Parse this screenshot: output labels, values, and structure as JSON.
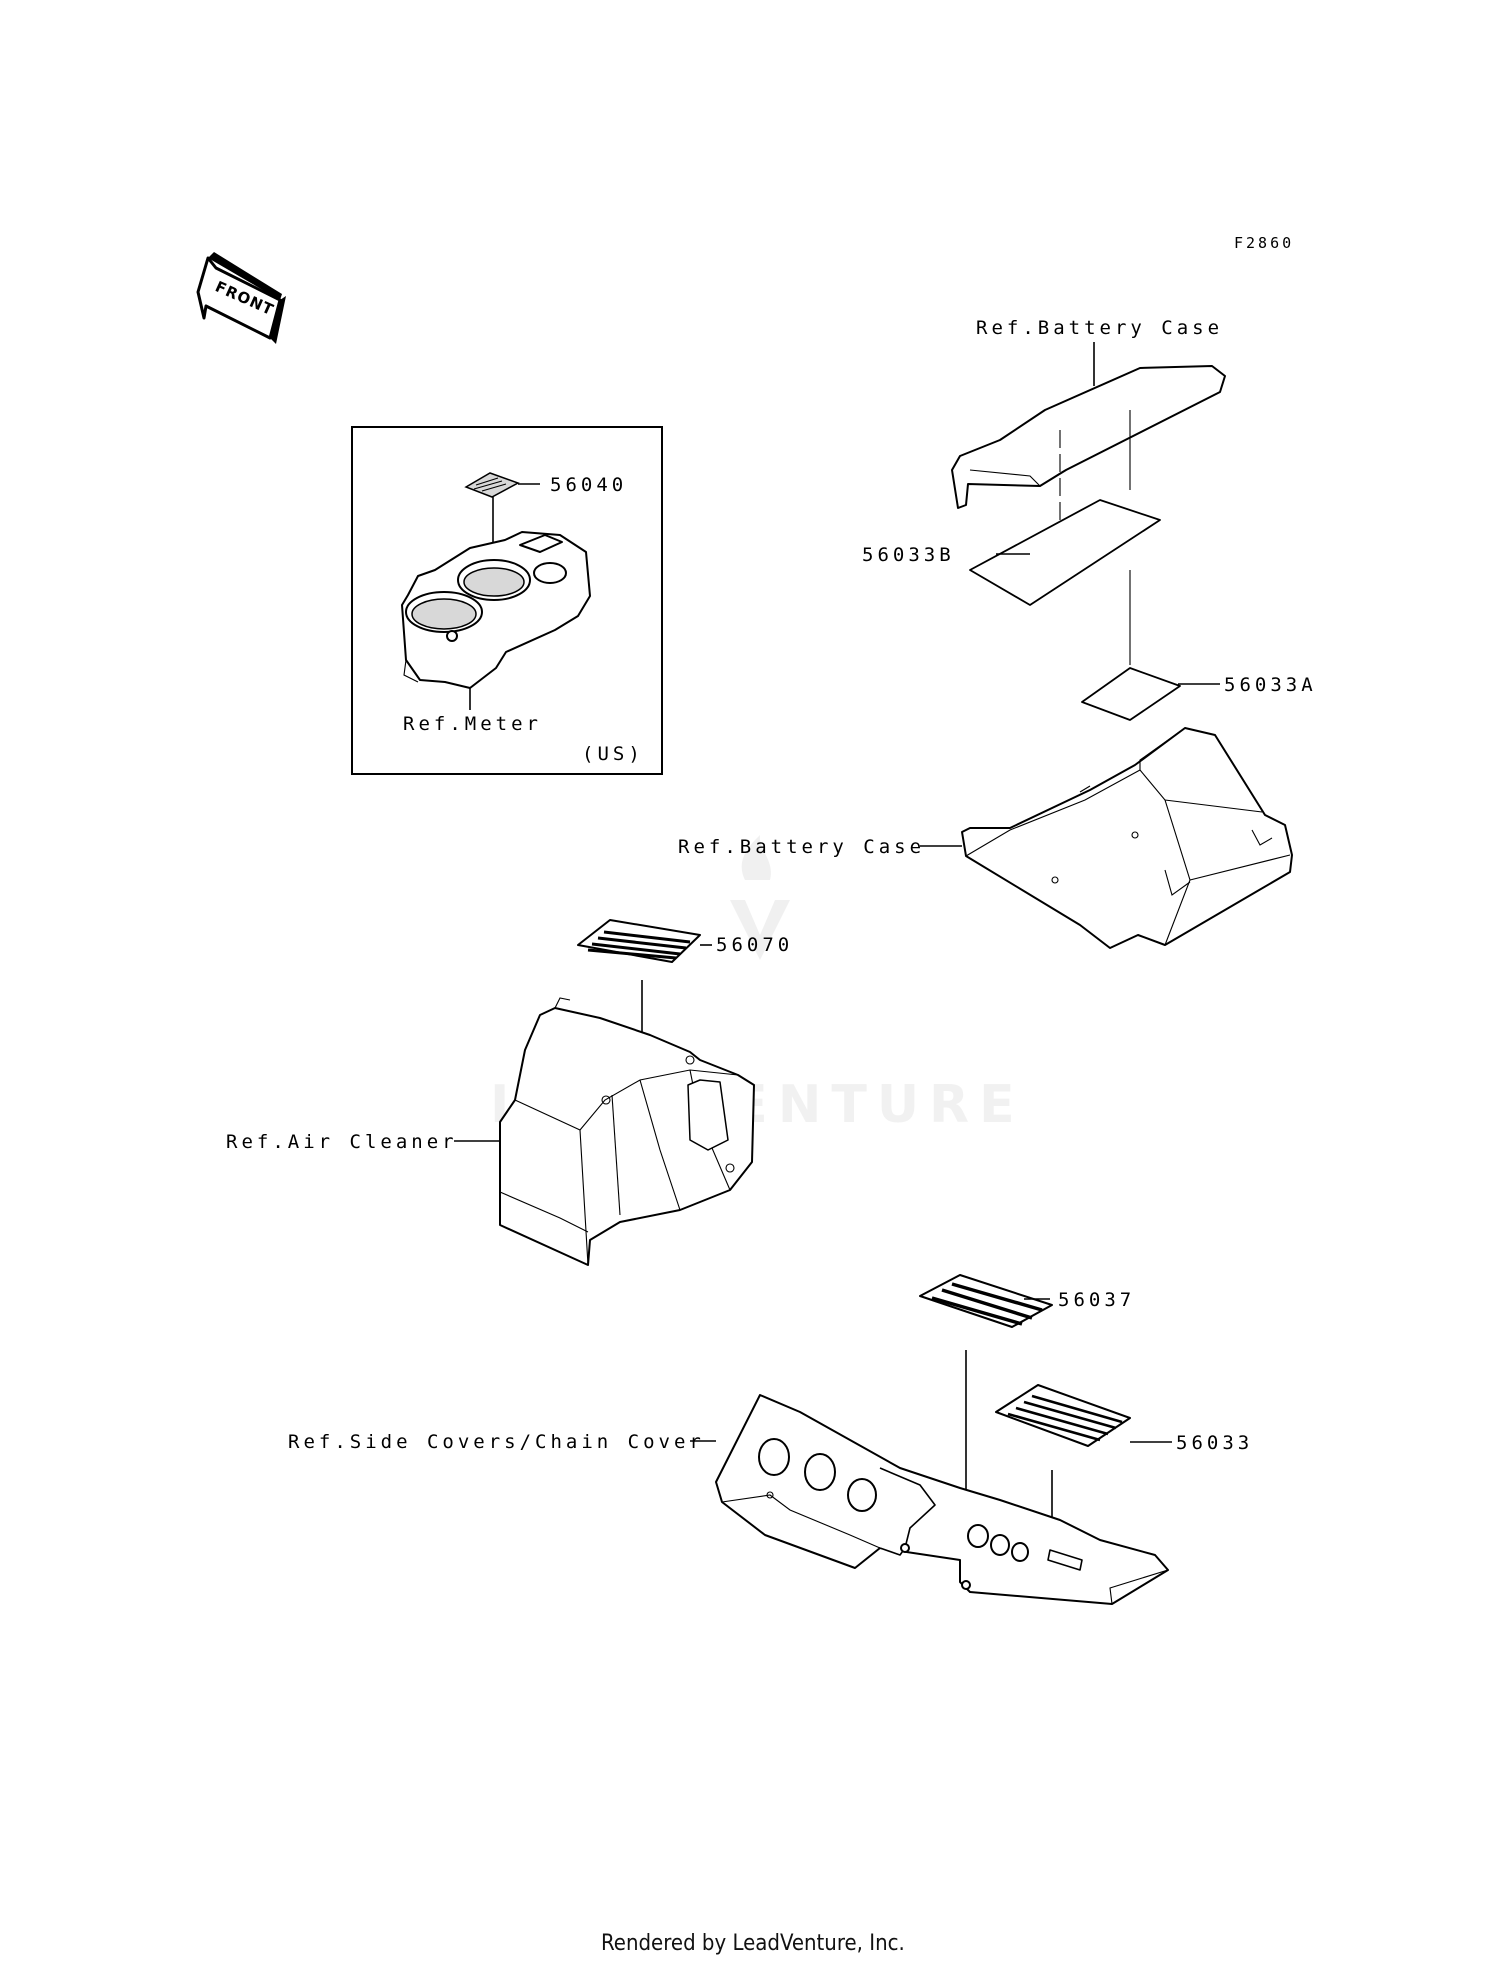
{
  "diagram_code": "F2860",
  "front_arrow_label": "FRONT",
  "watermark": "LEADVENTURE",
  "labels": {
    "ref_battery_case_top": "Ref.Battery Case",
    "ref_battery_case_bottom": "Ref.Battery Case",
    "ref_meter": "Ref.Meter",
    "us": "(US)",
    "ref_air_cleaner": "Ref.Air Cleaner",
    "ref_side_covers": "Ref.Side Covers/Chain Cover"
  },
  "part_numbers": {
    "p56040": "56040",
    "p56033B": "56033B",
    "p56033A": "56033A",
    "p56070": "56070",
    "p56037": "56037",
    "p56033": "56033"
  },
  "footer": "Rendered by LeadVenture, Inc."
}
